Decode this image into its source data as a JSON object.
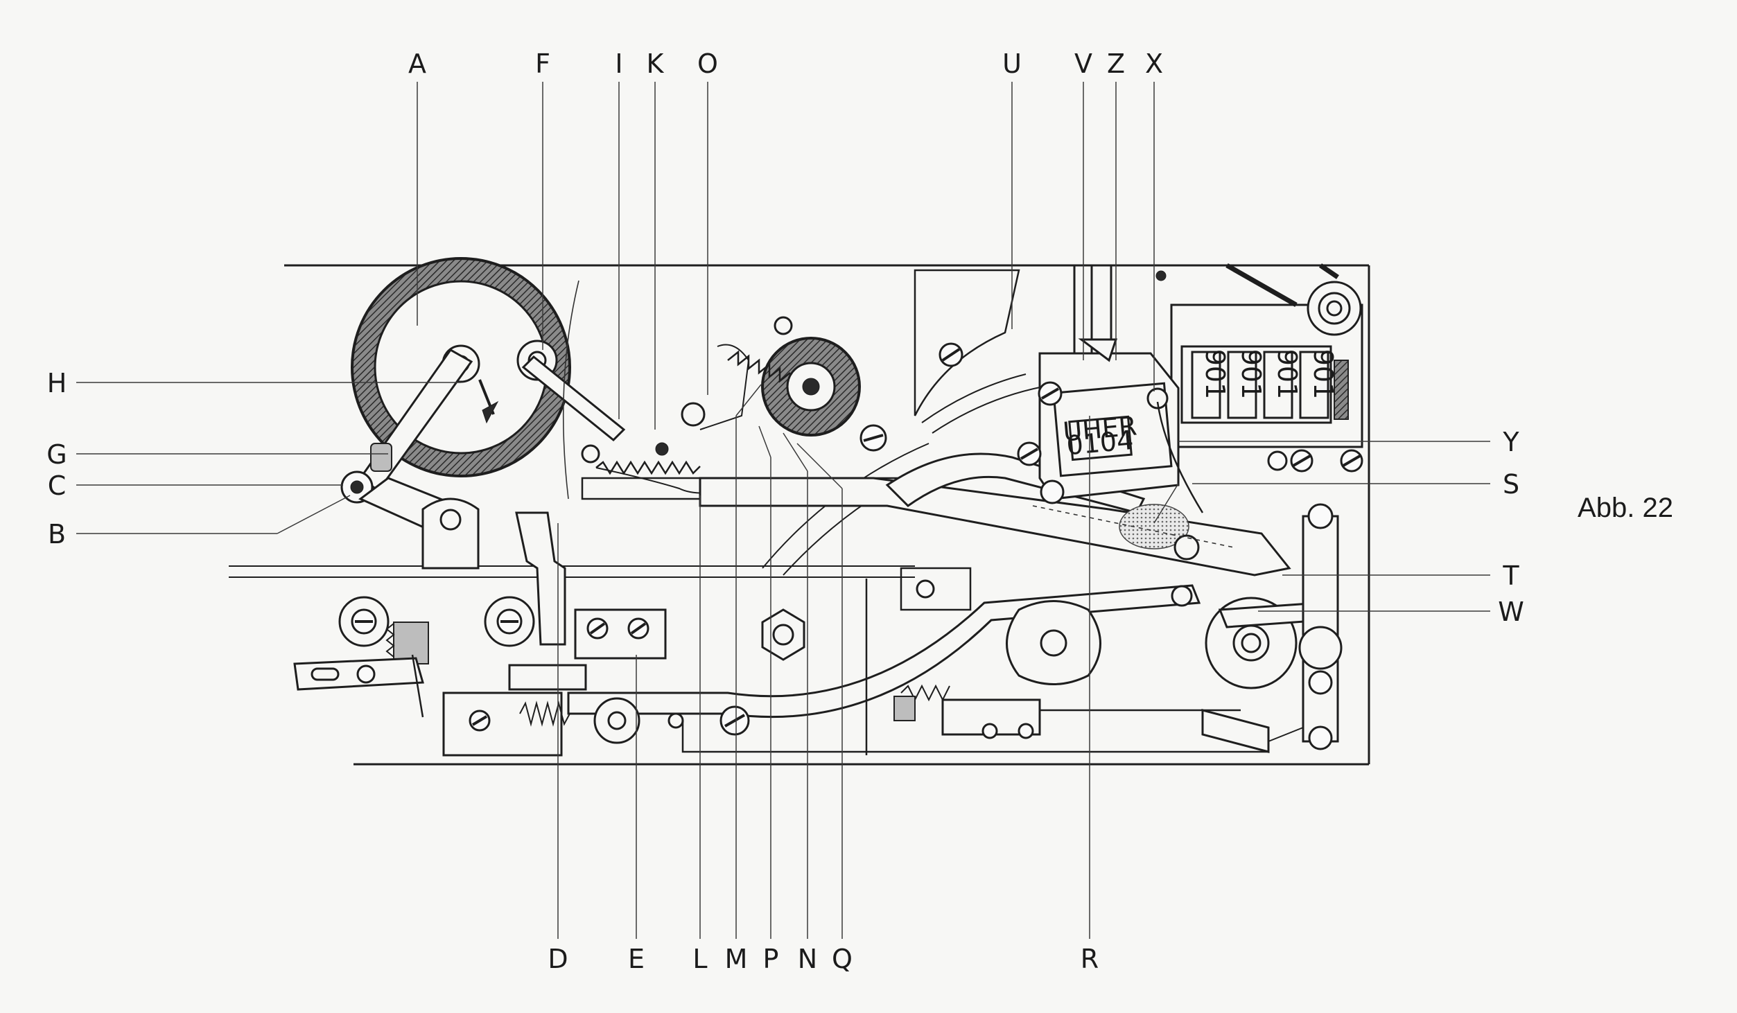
{
  "figure": {
    "caption": "Abb. 22",
    "counter_brand": "UHER",
    "counter_code": "0104",
    "counter_digits": [
      "901",
      "901",
      "901",
      "901"
    ]
  },
  "labels": {
    "top": [
      "A",
      "F",
      "I",
      "K",
      "O",
      "U",
      "V",
      "Z",
      "X"
    ],
    "left": [
      "H",
      "G",
      "C",
      "B"
    ],
    "right": [
      "Y",
      "S",
      "T",
      "W"
    ],
    "bottom": [
      "D",
      "E",
      "L",
      "M",
      "P",
      "N",
      "Q",
      "R"
    ]
  }
}
